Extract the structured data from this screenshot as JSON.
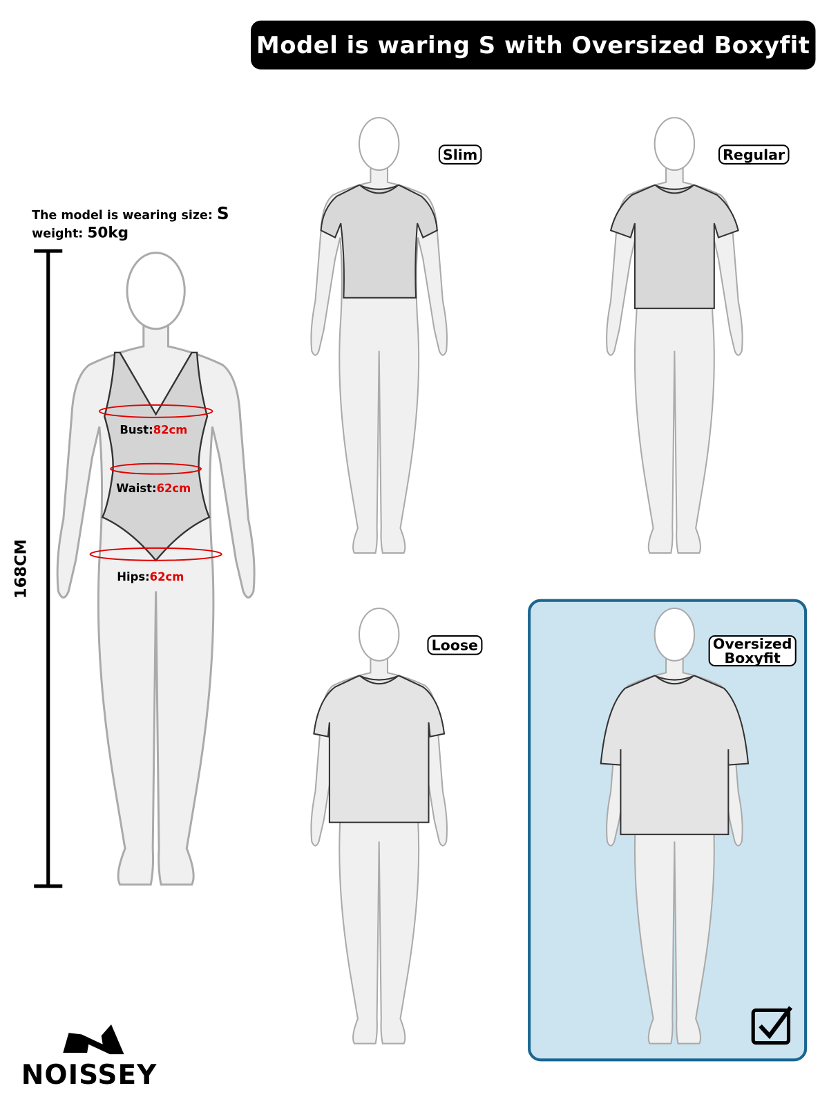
{
  "header": {
    "title": "Model is waring S with Oversized Boxyfit"
  },
  "model": {
    "size_label": "The model is wearing size:",
    "size": "S",
    "weight_label": "weight:",
    "weight": "50kg",
    "height": "168CM",
    "measurements": [
      {
        "label": "Bust:",
        "value": "82cm"
      },
      {
        "label": "Waist:",
        "value": "62cm"
      },
      {
        "label": "Hips:",
        "value": "62cm"
      }
    ]
  },
  "fits": [
    {
      "label": "Slim",
      "selected": false
    },
    {
      "label": "Regular",
      "selected": false
    },
    {
      "label": "Loose",
      "selected": false
    },
    {
      "label": "Oversized Boxyfit",
      "selected": true
    }
  ],
  "brand": {
    "name": "NOISSEY"
  },
  "colors": {
    "highlight_bg": "#cce4f0",
    "highlight_border": "#1a6690",
    "measure_red": "#e00000"
  },
  "icons": {
    "selected": "checkbox-checked-icon"
  }
}
